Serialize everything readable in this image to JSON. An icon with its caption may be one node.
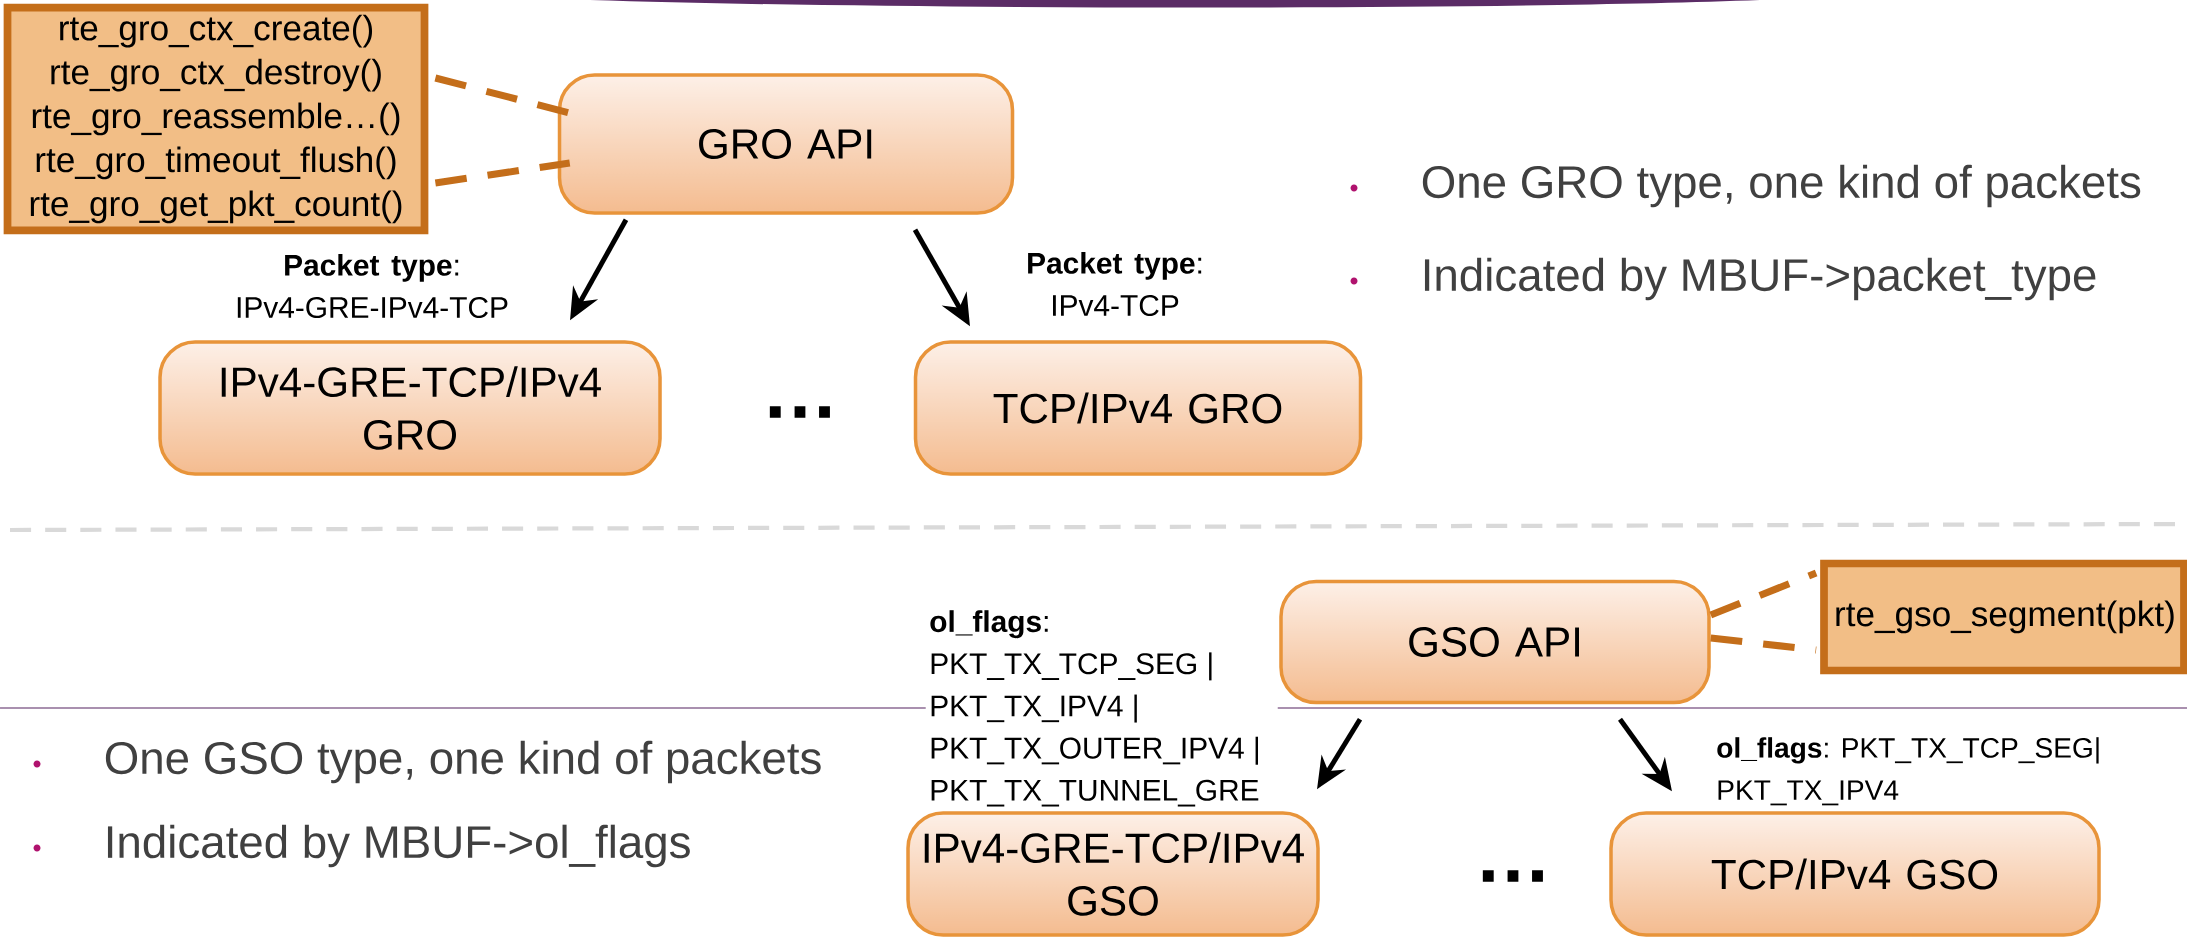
{
  "diagram": {
    "nodes": [
      {
        "text": [
          "rte_gro_ctx_create()",
          "rte_gro_ctx_destroy()",
          "rte_gro_reassemble…()",
          "rte_gro_timeout_flush()",
          "rte_gro_get_pkt_count()"
        ]
      },
      {
        "text": [
          "GRO API"
        ]
      },
      {
        "text": [
          "IPv4-GRE-TCP/IPv4 GRO"
        ]
      },
      {
        "text": [
          "TCP/IPv4 GRO"
        ]
      },
      {
        "text": [
          "GSO API"
        ]
      },
      {
        "text": [
          "rte_gso_segment(pkt)"
        ]
      },
      {
        "text": [
          "IPv4-GRE-TCP/IPv4 GSO"
        ]
      },
      {
        "text": [
          "TCP/IPv4 GSO"
        ]
      }
    ],
    "edges": [
      {
        "from": 0,
        "to": 1,
        "arrow": "none",
        "style": "dashed",
        "color": "#c46e1a"
      },
      {
        "from": 0,
        "to": 1,
        "arrow": "none",
        "style": "dashed",
        "color": "#c46e1a"
      },
      {
        "from": 1,
        "to": 2,
        "arrow": "to",
        "color": "#000000",
        "label": "**Packet type**: IPv4-GRE-IPv4-TCP"
      },
      {
        "from": 1,
        "to": 3,
        "arrow": "to",
        "color": "#000000",
        "label": "**Packet type**: IPv4-TCP"
      },
      {
        "from": 4,
        "to": 5,
        "arrow": "none",
        "style": "dashed",
        "color": "#c46e1a"
      },
      {
        "from": 4,
        "to": 5,
        "arrow": "none",
        "style": "dashed",
        "color": "#c46e1a"
      },
      {
        "from": 4,
        "to": 6,
        "arrow": "to",
        "color": "#000000",
        "label": "**ol_flags**: PKT_TX_TCP_SEG | PKT_TX_IPV4 | PKT_TX_OUTER_IPV4 | PKT_TX_TUNNEL_GRE"
      },
      {
        "from": 4,
        "to": 7,
        "arrow": "to",
        "color": "#000000",
        "label": "**ol_flags**: PKT_TX_TCP_SEG| PKT_TX_IPV4"
      }
    ],
    "labels": [
      "…",
      "One GRO type, one kind of packets",
      "Indicated by MBUF->packet_type",
      "…",
      "One GSO type, one kind of packets",
      "Indicated by MBUF->ol_flags"
    ]
  }
}
